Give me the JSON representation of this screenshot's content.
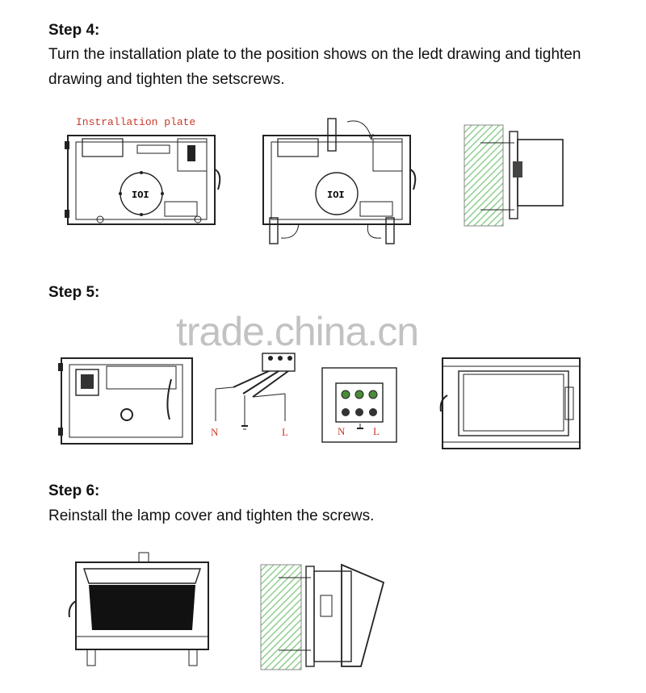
{
  "step4": {
    "title": "Step 4:",
    "text": "Turn the installation plate to the position shows on the ledt drawing and tighten drawing and tighten the setscrews.",
    "plate_label": "Instrallation plate"
  },
  "step5": {
    "title": "Step 5:",
    "wire_labels": {
      "n": "N",
      "l": "L"
    },
    "terminal_labels": {
      "n": "N",
      "l": "L"
    }
  },
  "step6": {
    "title": "Step 6:",
    "text": "Reinstall the lamp cover and tighten the screws."
  },
  "watermark": "trade.china.cn",
  "colors": {
    "wall_hatch": "#8fcf8f",
    "label_red": "#c83a2a",
    "ink": "#222222"
  }
}
